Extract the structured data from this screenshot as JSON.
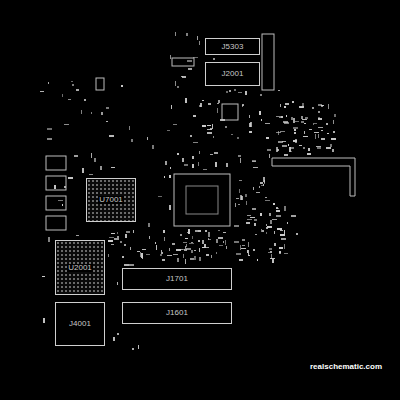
{
  "diagram": {
    "nodes": [
      {
        "text": [
          "J5303"
        ]
      },
      {
        "text": [
          "J2001"
        ]
      },
      {
        "text": [
          "U7001"
        ]
      },
      {
        "text": [
          "U2001"
        ]
      },
      {
        "text": [
          "J1701"
        ]
      },
      {
        "text": [
          "J1601"
        ]
      },
      {
        "text": [
          "J4001"
        ]
      }
    ],
    "labels": [
      "realschematic.com"
    ]
  }
}
